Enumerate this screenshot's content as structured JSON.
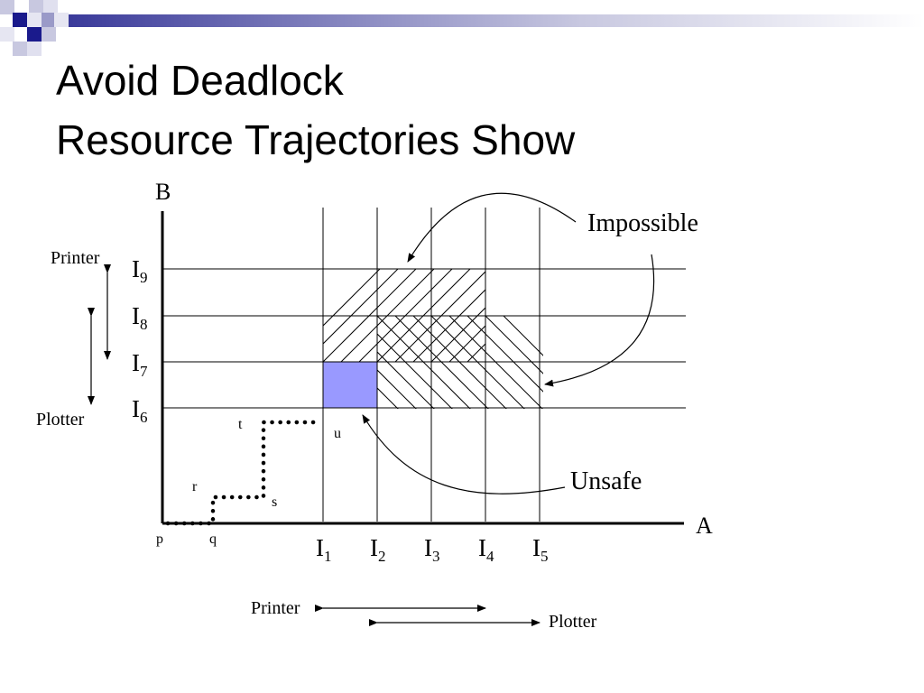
{
  "title": {
    "line1": "Avoid Deadlock",
    "line2": "Resource Trajectories Show"
  },
  "axes": {
    "y_name": "B",
    "x_name": "A"
  },
  "x_ticks": [
    {
      "base": "I",
      "sub": "1"
    },
    {
      "base": "I",
      "sub": "2"
    },
    {
      "base": "I",
      "sub": "3"
    },
    {
      "base": "I",
      "sub": "4"
    },
    {
      "base": "I",
      "sub": "5"
    }
  ],
  "y_ticks": [
    {
      "base": "I",
      "sub": "6"
    },
    {
      "base": "I",
      "sub": "7"
    },
    {
      "base": "I",
      "sub": "8"
    },
    {
      "base": "I",
      "sub": "9"
    }
  ],
  "regions": {
    "impossible_label": "Impossible",
    "unsafe_label": "Unsafe",
    "unsafe_color": "#9999ff"
  },
  "left_resources": {
    "printer": "Printer",
    "plotter": "Plotter"
  },
  "bottom_resources": {
    "printer": "Printer",
    "plotter": "Plotter"
  },
  "trajectory_points": [
    "p",
    "q",
    "r",
    "s",
    "t",
    "u"
  ]
}
